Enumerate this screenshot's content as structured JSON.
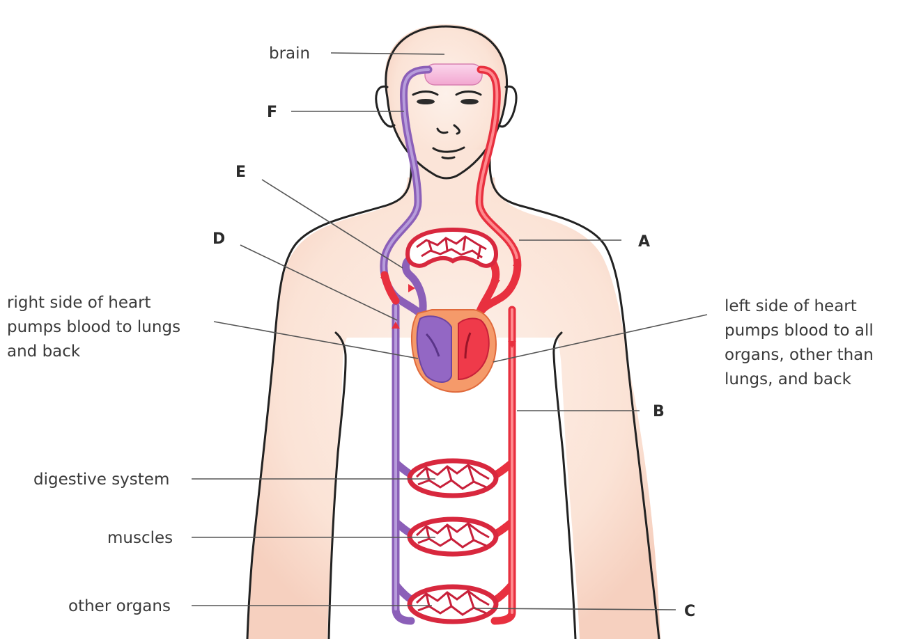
{
  "labels": {
    "brain": "brain",
    "f": "F",
    "e": "E",
    "d": "D",
    "a": "A",
    "b": "B",
    "c": "C",
    "right_heart_line1": "right side of heart",
    "right_heart_line2": "pumps blood to lungs",
    "right_heart_line3": "and back",
    "left_heart_line1": "left side of heart",
    "left_heart_line2": "pumps blood to all",
    "left_heart_line3": "organs, other than",
    "left_heart_line4": "lungs, and back",
    "digestive": "digestive system",
    "muscles": "muscles",
    "other_organs": "other organs"
  },
  "colors": {
    "oxygenated": "#e8303f",
    "deoxygenated": "#8b5fb8",
    "skin": "#fbe4d8",
    "heart_outer": "#f59a6a",
    "brain_bed": "#f7b6d8"
  }
}
